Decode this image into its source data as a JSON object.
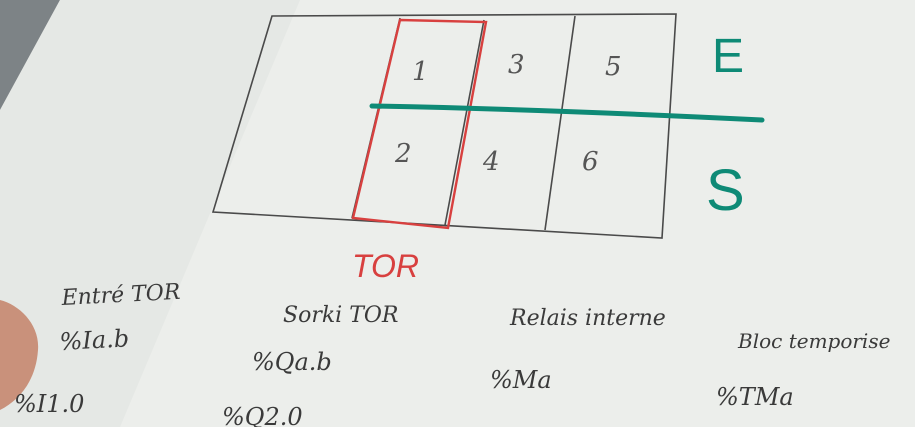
{
  "colors": {
    "paper": "#eef0ee",
    "pencil": "#4a4a4a",
    "red": "#d8403f",
    "green": "#0e8a76",
    "ink": "#3a3a3a"
  },
  "grid": {
    "cells_top": [
      "1",
      "3",
      "5"
    ],
    "cells_bottom": [
      "2",
      "4",
      "6"
    ]
  },
  "labels": {
    "entries": "E",
    "outputs": "S",
    "tor": "TOR"
  },
  "notes": {
    "col1_title": "Entré TOR",
    "col1_line1": "%Ia.b",
    "col1_line2": "%I1.0",
    "col2_title": "Sorki TOR",
    "col2_line1": "%Qa.b",
    "col2_line2": "%Q2.0",
    "col3_title": "Relais interne",
    "col3_line1": "%Ma",
    "col4_title": "Bloc temporise",
    "col4_line1": "%TMa"
  }
}
